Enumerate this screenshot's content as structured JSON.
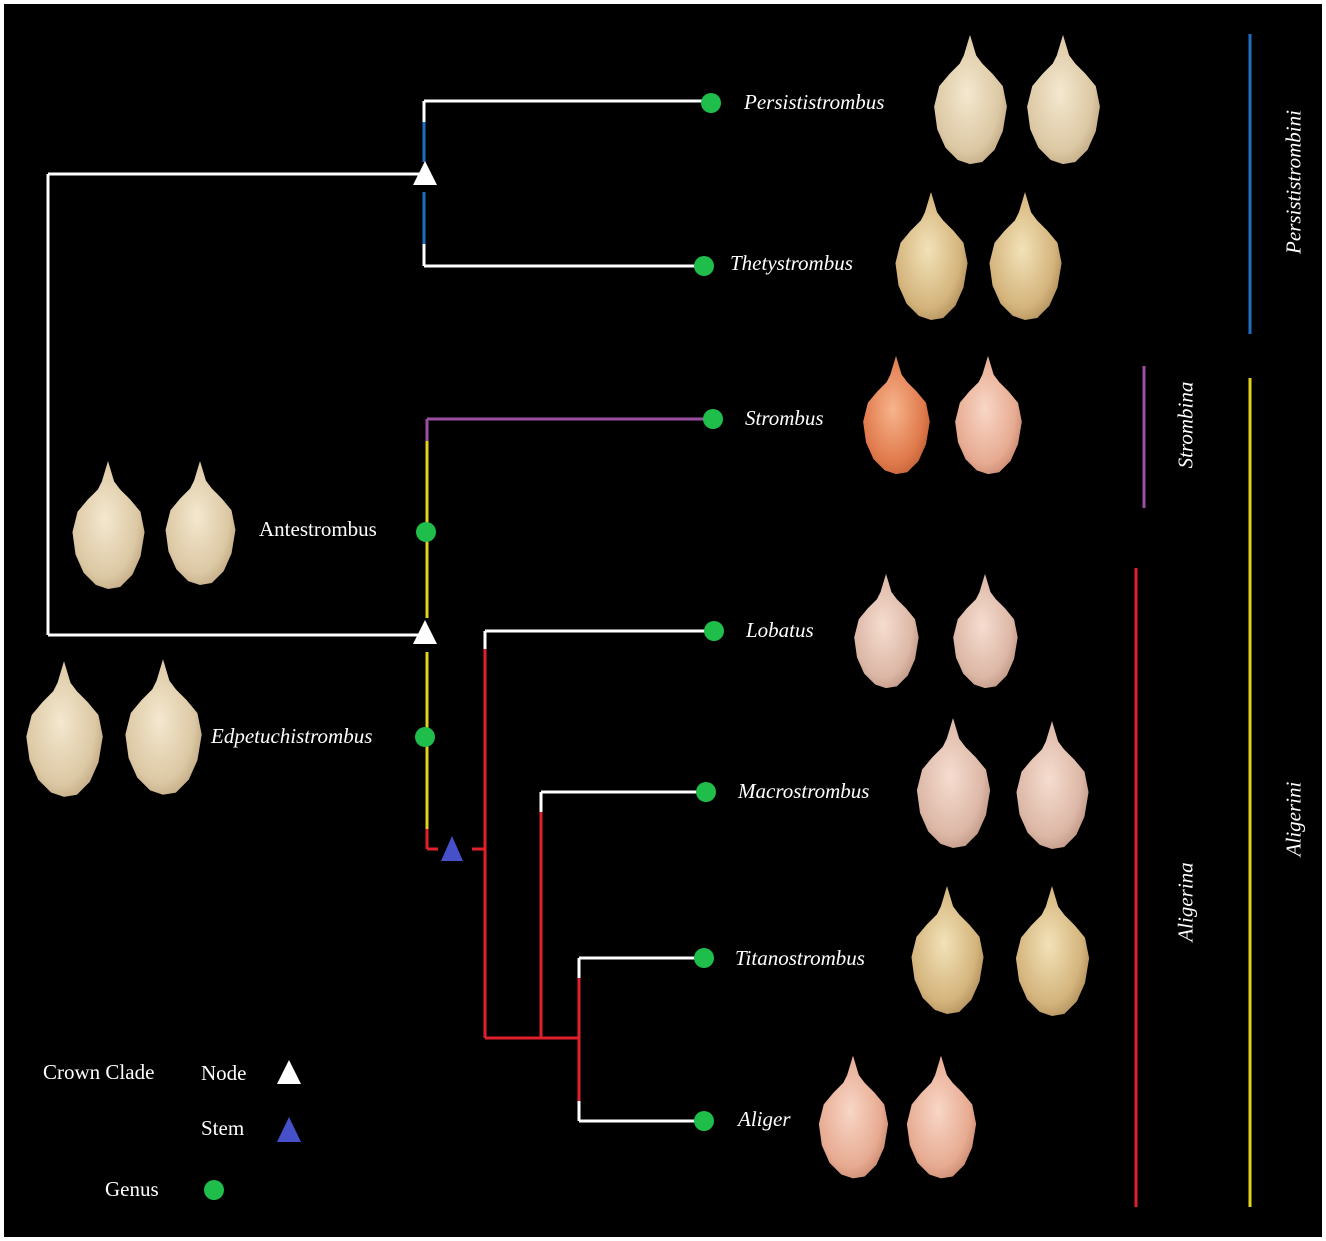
{
  "colors": {
    "background": "#000000",
    "branch_default": "#ffffff",
    "persististrombini": "#1f6fbf",
    "strombina": "#9a4fa0",
    "aligerini": "#e3d21a",
    "aligerina": "#e0202a",
    "genus_dot": "#1fbd4a",
    "node_marker": "#ffffff",
    "stem_marker": "#4650c8"
  },
  "taxa": {
    "persististrombus": "Persististrombus",
    "thetystrombus": "Thetystrombus",
    "strombus": "Strombus",
    "antestrombus": "Antestrombus",
    "lobatus": "Lobatus",
    "edpetuchistrombus": "Edpetuchistrombus",
    "macrostrombus": "Macrostrombus",
    "titanostrombus": "Titanostrombus",
    "aliger": "Aliger"
  },
  "clades": {
    "persististrombini": "Persististrombini",
    "strombina": "Strombina",
    "aligerina": "Aligerina",
    "aligerini": "Aligerini"
  },
  "legend": {
    "crown_clade": "Crown Clade",
    "node": "Node",
    "stem": "Stem",
    "genus": "Genus"
  }
}
